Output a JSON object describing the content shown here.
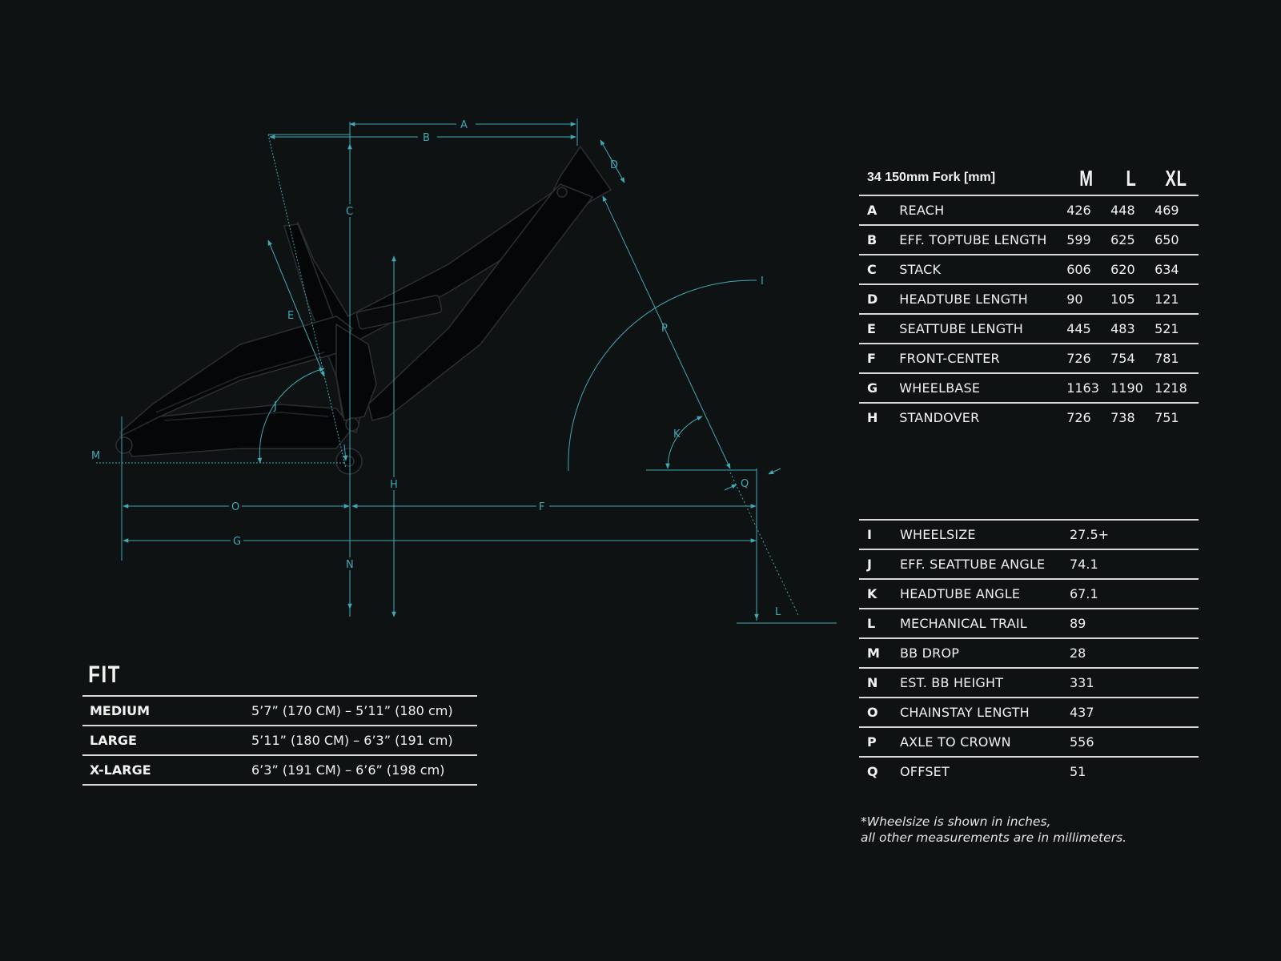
{
  "geometry": {
    "header": "34 150mm Fork [mm]",
    "sizes": [
      "M",
      "L",
      "XL"
    ],
    "rows": [
      {
        "letter": "A",
        "label": "REACH",
        "m": "426",
        "l": "448",
        "xl": "469"
      },
      {
        "letter": "B",
        "label": "EFF. TOPTUBE LENGTH",
        "m": "599",
        "l": "625",
        "xl": "650"
      },
      {
        "letter": "C",
        "label": "STACK",
        "m": "606",
        "l": "620",
        "xl": "634"
      },
      {
        "letter": "D",
        "label": "HEADTUBE LENGTH",
        "m": "90",
        "l": "105",
        "xl": "121"
      },
      {
        "letter": "E",
        "label": "SEATTUBE LENGTH",
        "m": "445",
        "l": "483",
        "xl": "521"
      },
      {
        "letter": "F",
        "label": "FRONT-CENTER",
        "m": "726",
        "l": "754",
        "xl": "781"
      },
      {
        "letter": "G",
        "label": "WHEELBASE",
        "m": "1163",
        "l": "1190",
        "xl": "1218"
      },
      {
        "letter": "H",
        "label": "STANDOVER",
        "m": "726",
        "l": "738",
        "xl": "751"
      }
    ]
  },
  "specs": {
    "rows": [
      {
        "letter": "I",
        "label": "WHEELSIZE",
        "value": "27.5+"
      },
      {
        "letter": "J",
        "label": "EFF. SEATTUBE ANGLE",
        "value": "74.1"
      },
      {
        "letter": "K",
        "label": "HEADTUBE ANGLE",
        "value": "67.1"
      },
      {
        "letter": "L",
        "label": "MECHANICAL TRAIL",
        "value": "89"
      },
      {
        "letter": "M",
        "label": "BB DROP",
        "value": "28"
      },
      {
        "letter": "N",
        "label": "EST. BB HEIGHT",
        "value": "331"
      },
      {
        "letter": "O",
        "label": "CHAINSTAY LENGTH",
        "value": "437"
      },
      {
        "letter": "P",
        "label": "AXLE TO CROWN",
        "value": "556"
      },
      {
        "letter": "Q",
        "label": "OFFSET",
        "value": "51"
      }
    ],
    "note_line1": "*Wheelsize is shown in inches,",
    "note_line2": "all other measurements are in millimeters."
  },
  "fit": {
    "title": "FIT",
    "rows": [
      {
        "size": "MEDIUM",
        "range": "5’7” (170 CM) – 5’11” (180 cm)"
      },
      {
        "size": "LARGE",
        "range": "5’11” (180 CM) – 6’3” (191 cm)"
      },
      {
        "size": "X-LARGE",
        "range": "6’3” (191 CM) – 6’6” (198 cm)"
      }
    ]
  },
  "diagram_labels": {
    "A": "A",
    "B": "B",
    "C": "C",
    "D": "D",
    "E": "E",
    "F": "F",
    "G": "G",
    "H": "H",
    "I": "I",
    "J": "J",
    "K": "K",
    "L": "L",
    "M": "M",
    "N": "N",
    "O": "O",
    "P": "P",
    "Q": "Q"
  },
  "colors": {
    "background": "#0f1213",
    "dimension": "#3fa9b5",
    "text": "#f2f2f2",
    "frame": "#050607"
  }
}
